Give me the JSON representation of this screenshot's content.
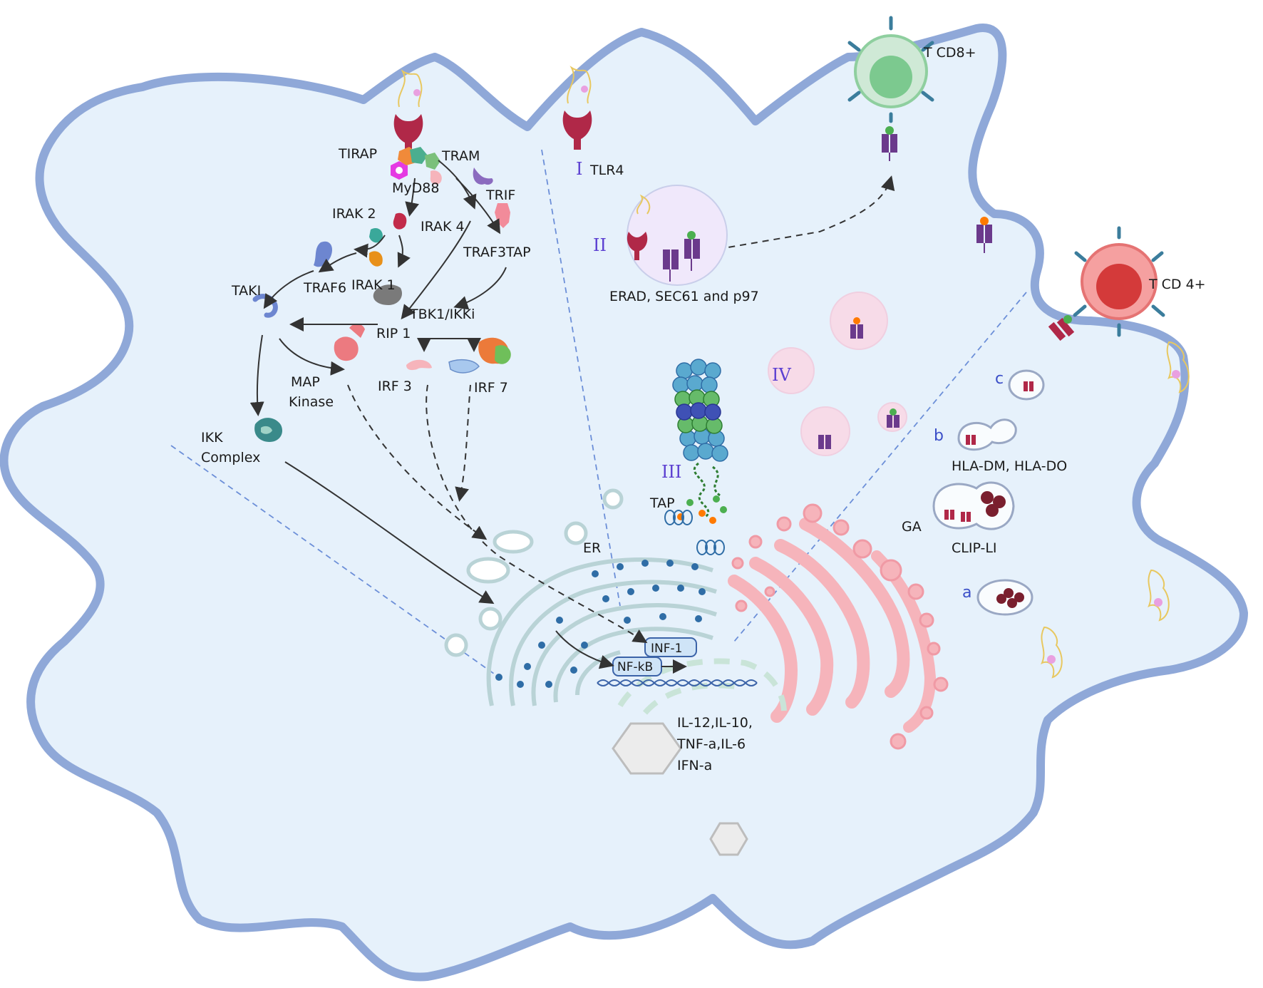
{
  "labels": {
    "tirap": "TIRAP",
    "tram": "TRAM",
    "myd88": "MyD88",
    "trif": "TRIF",
    "irak2": "IRAK 2",
    "irak4": "IRAK 4",
    "irak1": "IRAK 1",
    "traf6": "TRAF6",
    "traf3tap": "TRAF3TAP",
    "taki": "TAKI",
    "tbk1": "TBK1/IKKi",
    "rip1": "RIP 1",
    "map1": "MAP",
    "map2": "Kinase",
    "irf3": "IRF 3",
    "irf7": "IRF 7",
    "ikk1": "IKK",
    "ikk2": "Complex",
    "tlr4": "TLR4",
    "erad": "ERAD, SEC61 and p97",
    "tcd8": "T CD8+",
    "tcd4": "T CD 4+",
    "tap": "TAP",
    "er": "ER",
    "ga": "GA",
    "hla": "HLA-DM, HLA-DO",
    "clip": "CLIP-LI",
    "inf1": "INF-1",
    "nfkb": "NF-kB",
    "cyto1": "IL-12,IL-10,",
    "cyto2": "TNF-a,IL-6",
    "cyto3": "IFN-a"
  },
  "roman": {
    "i": "I",
    "ii": "II",
    "iii": "III",
    "iv": "IV"
  },
  "letters": {
    "a": "a",
    "b": "b",
    "c": "c"
  },
  "colors": {
    "membrane": "#8fa8d8",
    "cytoplasm": "#e6f1fb",
    "golgi": "#f4a8b0",
    "er": "#b9d3d6",
    "tlr4": "#b02848",
    "mhc": "#6b3a8c",
    "tcd8": "#7cc98f",
    "tcd4": "#e54848",
    "proteasome_blue": "#5aa9cf",
    "proteasome_green": "#4caf50"
  }
}
